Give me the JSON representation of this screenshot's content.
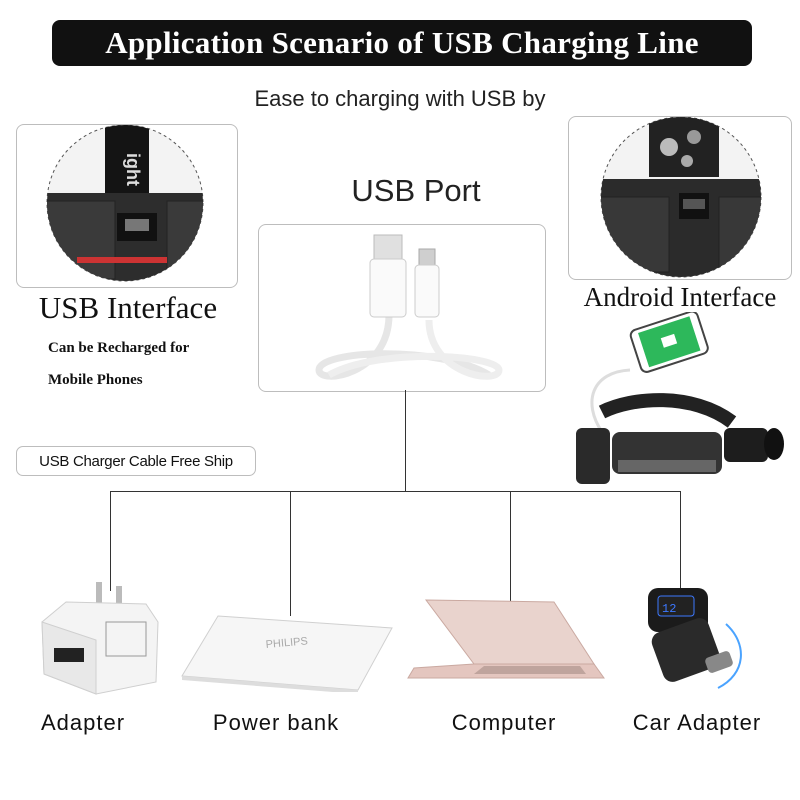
{
  "title": "Application Scenario of USB Charging Line",
  "subtitle": "Ease to charging with USB by",
  "usb_port_label": "USB Port",
  "left_panel": {
    "label": "USB Interface",
    "note_line1": "Can be Recharged for",
    "note_line2": "Mobile Phones",
    "strap_text": "ight"
  },
  "right_panel": {
    "label": "Android Interface"
  },
  "free_ship_label": "USB Charger Cable Free Ship",
  "devices": [
    {
      "label": "Adapter"
    },
    {
      "label": "Power bank",
      "brand": "PHILIPS"
    },
    {
      "label": "Computer"
    },
    {
      "label": "Car Adapter"
    }
  ],
  "colors": {
    "banner": "#111111",
    "line": "#333333",
    "panel_border": "#bdbdbd"
  }
}
